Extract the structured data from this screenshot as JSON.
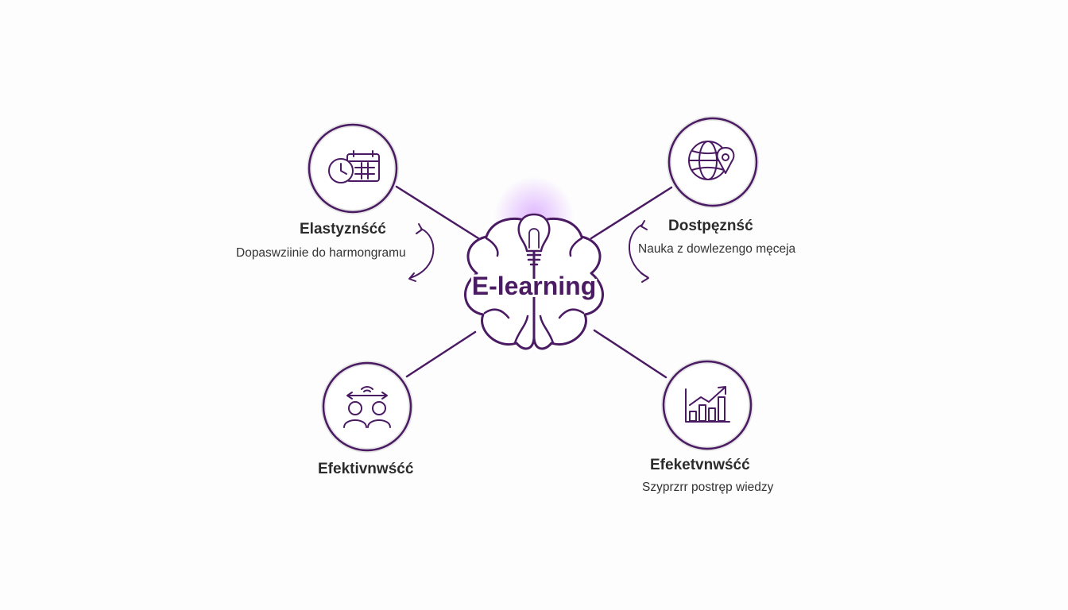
{
  "center": {
    "title": "E-learning"
  },
  "nodes": {
    "top_left": {
      "title": "Elastyznśćć",
      "desc": "Dopaswziinie do harmongramu",
      "icon": "clock-calendar-icon"
    },
    "top_right": {
      "title": "Dostpęznść",
      "desc": "Nauka z dowlezengo męceja",
      "icon": "globe-location-icon"
    },
    "bottom_left": {
      "title": "Efektivnwśćć",
      "icon": "people-collaboration-icon"
    },
    "bottom_right": {
      "title": "Efeketvnwśćć",
      "desc": "Szyprzrr postręp wiedzy",
      "icon": "growth-chart-icon"
    }
  },
  "colors": {
    "accent": "#4a1a63",
    "ring": "#e2e2e2",
    "glow": "#c77dff"
  }
}
